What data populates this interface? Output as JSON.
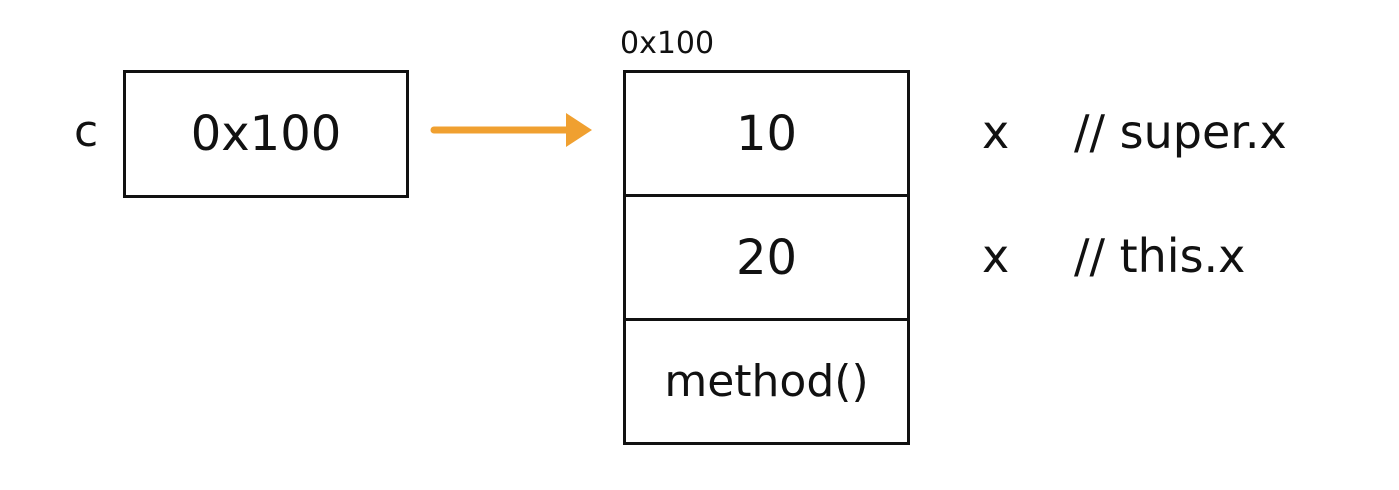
{
  "reference": {
    "var_name": "c",
    "value": "0x100"
  },
  "object": {
    "address": "0x100",
    "cells": [
      {
        "value": "10"
      },
      {
        "value": "20"
      },
      {
        "value": "method()"
      }
    ]
  },
  "field_notes": [
    {
      "field": "x",
      "comment": "// super.x"
    },
    {
      "field": "x",
      "comment": "// this.x"
    }
  ],
  "colors": {
    "arrow": "#F0A030",
    "border": "#111111"
  }
}
